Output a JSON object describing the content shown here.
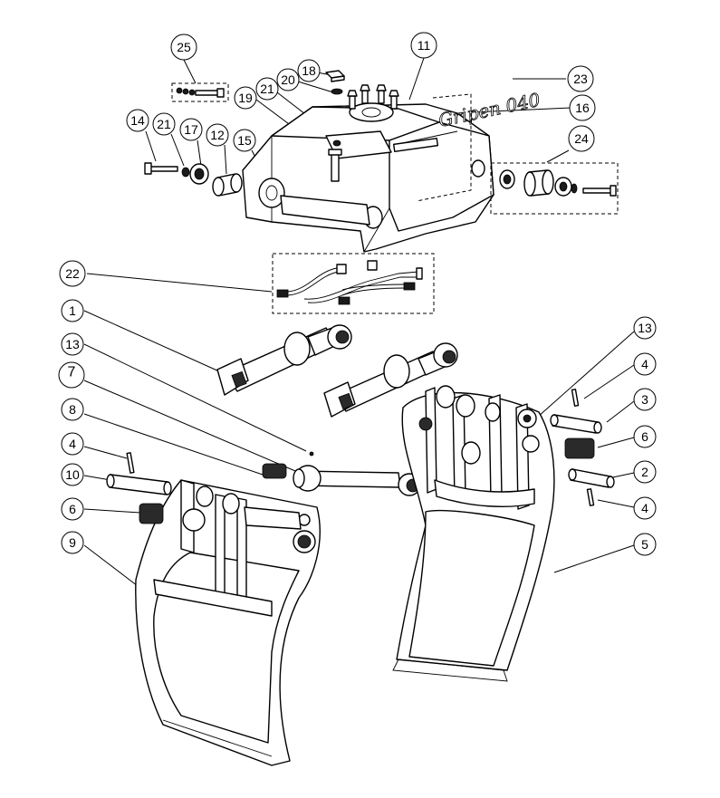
{
  "brand_text": "Gripen 040",
  "highlight_color": "#e0101a",
  "callouts": {
    "c25": "25",
    "c18": "18",
    "c11": "11",
    "c20": "20",
    "c21a": "21",
    "c19": "19",
    "c23": "23",
    "c16": "16",
    "c14": "14",
    "c21b": "21",
    "c17": "17",
    "c12": "12",
    "c15": "15",
    "c24": "24",
    "c22": "22",
    "c1": "1",
    "c13a": "13",
    "c7": "7",
    "c8": "8",
    "c4a": "4",
    "c10": "10",
    "c6a": "6",
    "c9": "9",
    "c13b": "13",
    "c4b": "4",
    "c3": "3",
    "c6b": "6",
    "c2": "2",
    "c4c": "4",
    "c5": "5"
  }
}
